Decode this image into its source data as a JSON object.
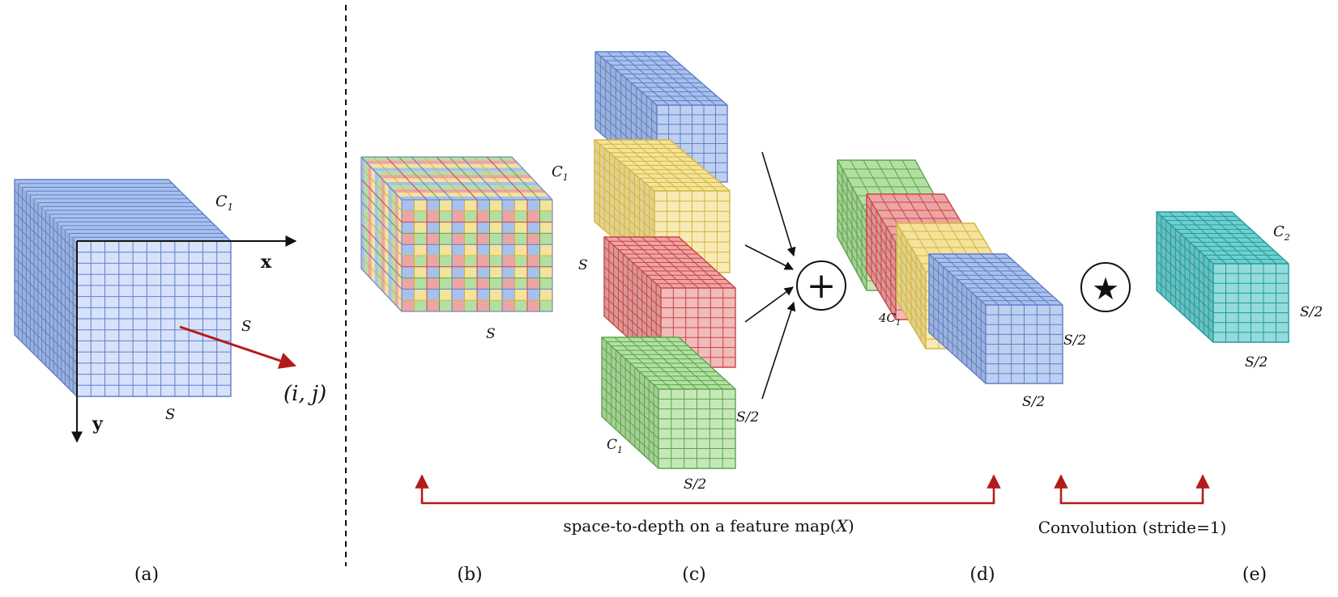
{
  "colors": {
    "blue": "#a9c0ec",
    "blue_line": "#5e7fc9",
    "yellow": "#f4e39c",
    "yellow_line": "#d6b53b",
    "red": "#eca5a5",
    "red_line": "#cc4444",
    "green": "#b3e0a2",
    "green_line": "#5aa64a",
    "teal": "#72cfcf",
    "teal_line": "#1e9c9c",
    "arrow_red": "#b31b1b"
  },
  "panel_a": {
    "c_label": "C",
    "c_sub": "1",
    "x_axis": "x",
    "y_axis": "y",
    "s_right": "S",
    "s_bottom": "S",
    "point": "(i, j)"
  },
  "panel_b": {
    "c_label": "C",
    "c_sub": "1",
    "s_right": "S",
    "s_bottom": "S"
  },
  "panel_c": {
    "s_right": "S/2",
    "c_label": "C",
    "c_sub": "1",
    "s_bottom": "S/2",
    "plus_symbol": "+"
  },
  "panel_d": {
    "c_label": "4C",
    "c_sub": "1",
    "s_right": "S/2",
    "s_bottom": "S/2",
    "conv_symbol": "★"
  },
  "panel_e": {
    "c_label": "C",
    "c_sub": "2",
    "s_right": "S/2",
    "s_bottom": "S/2"
  },
  "annotations": {
    "space_to_depth_pre": "space-to-depth on a feature map(",
    "space_to_depth_var": "X",
    "space_to_depth_post": ")",
    "convolution": "Convolution (stride=1)"
  },
  "captions": {
    "a": "(a)",
    "b": "(b)",
    "c": "(c)",
    "d": "(d)",
    "e": "(e)"
  }
}
